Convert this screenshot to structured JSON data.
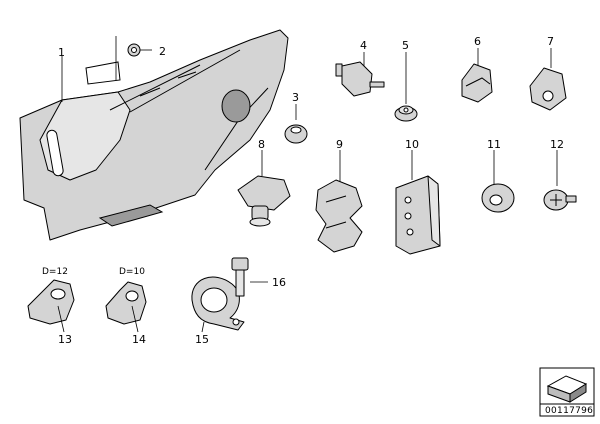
{
  "diagram": {
    "callouts": [
      {
        "id": "c1",
        "text": "1"
      },
      {
        "id": "c2",
        "text": "2"
      },
      {
        "id": "c3",
        "text": "3"
      },
      {
        "id": "c4",
        "text": "4"
      },
      {
        "id": "c5",
        "text": "5"
      },
      {
        "id": "c6",
        "text": "6"
      },
      {
        "id": "c7",
        "text": "7"
      },
      {
        "id": "c8",
        "text": "8"
      },
      {
        "id": "c9",
        "text": "9"
      },
      {
        "id": "c10",
        "text": "10"
      },
      {
        "id": "c11",
        "text": "11"
      },
      {
        "id": "c12",
        "text": "12"
      },
      {
        "id": "c13",
        "text": "13"
      },
      {
        "id": "c14",
        "text": "14"
      },
      {
        "id": "c15",
        "text": "15"
      },
      {
        "id": "c16",
        "text": "16"
      }
    ],
    "dimension_13": "D=12",
    "dimension_14": "D=10",
    "diagram_code": "00117796"
  }
}
